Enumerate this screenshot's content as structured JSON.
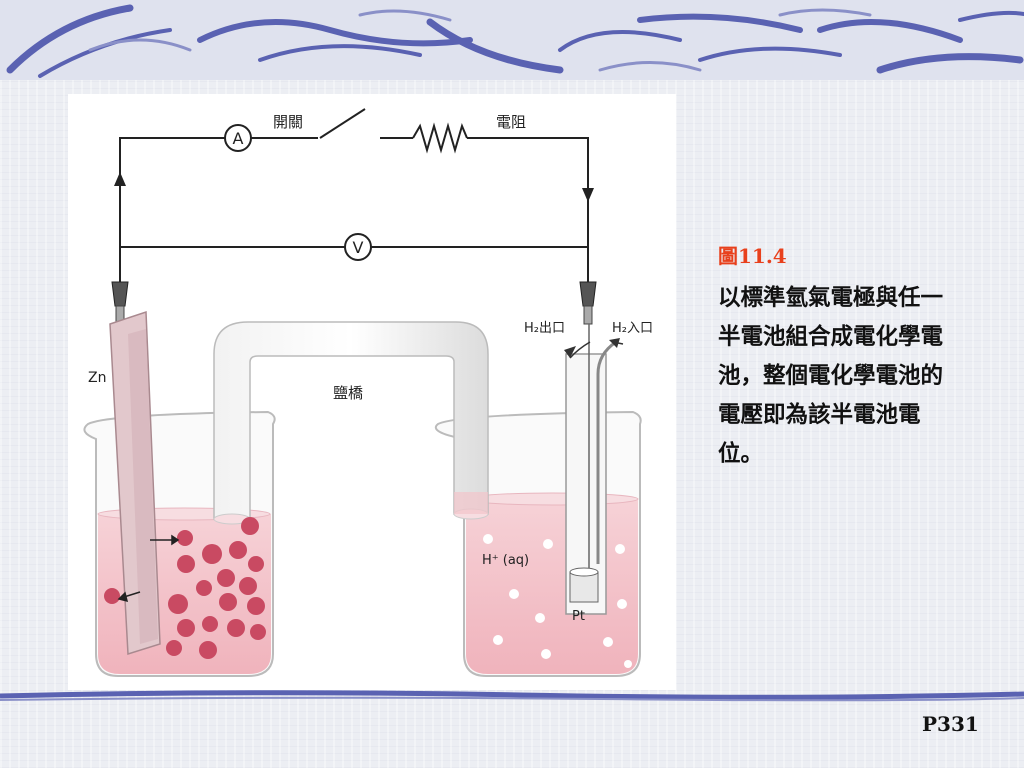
{
  "diagram": {
    "labels": {
      "ammeter": "A",
      "voltmeter": "V",
      "switch": "開關",
      "resistor": "電阻",
      "zinc": "Zn",
      "salt_bridge": "鹽橋",
      "h2_out": "H₂出口",
      "h2_in": "H₂入口",
      "hydrogen_ion": "H⁺ (aq)",
      "platinum": "Pt"
    }
  },
  "caption": {
    "title": "圖11.4",
    "body": "以標準氫氣電極與任一半電池組合成電化學電池，整個電化學電池的電壓即為該半電池電位。"
  },
  "page_number": "P331",
  "colors": {
    "accent": "#e8401c",
    "band": "#5b63b0",
    "solution": "#f2b8c0",
    "ion": "#c94a62"
  }
}
